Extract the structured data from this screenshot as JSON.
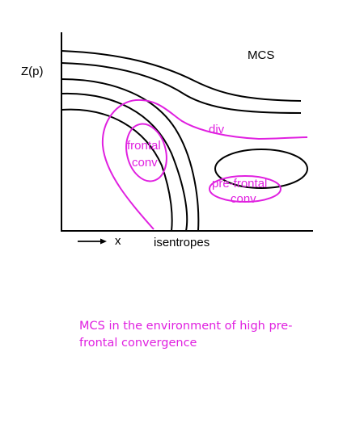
{
  "colors": {
    "accent": "#e020e0",
    "ink": "#000000"
  },
  "labels": {
    "z_axis": "Z(p)",
    "x_axis": "x",
    "isentropes": "isentropes",
    "mcs": "MCS",
    "div": "div",
    "frontal_line1": "frontal",
    "frontal_line2": "conv",
    "prefrontal_line1": "pre-frontal",
    "prefrontal_line2": "conv"
  },
  "caption": {
    "line1": "MCS in the environment of high pre-",
    "line2": "frontal convergence"
  }
}
